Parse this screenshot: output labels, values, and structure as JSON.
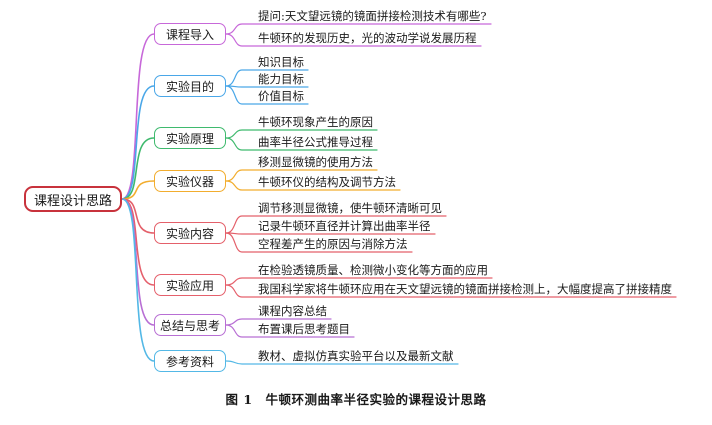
{
  "root": {
    "label": "课程设计思路",
    "color": "#c8323c"
  },
  "branches": [
    {
      "label": "课程导入",
      "color": "#c768d9",
      "items": [
        "提问:天文望远镜的镜面拼接检测技术有哪些?",
        "牛顿环的发现历史，光的波动学说发展历程"
      ]
    },
    {
      "label": "实验目的",
      "color": "#4aa7e8",
      "items": [
        "知识目标",
        "能力目标",
        "价值目标"
      ]
    },
    {
      "label": "实验原理",
      "color": "#3fba6e",
      "items": [
        "牛顿环现象产生的原因",
        "曲率半径公式推导过程"
      ]
    },
    {
      "label": "实验仪器",
      "color": "#f2ad2e",
      "items": [
        "移测显微镜的使用方法",
        "牛顿环仪的结构及调节方法"
      ]
    },
    {
      "label": "实验内容",
      "color": "#e4606a",
      "items": [
        "调节移测显微镜，使牛顿环清晰可见",
        "记录牛顿环直径并计算出曲率半径",
        "空程差产生的原因与消除方法"
      ]
    },
    {
      "label": "实验应用",
      "color": "#e5606c",
      "items": [
        "在检验透镜质量、检测微小变化等方面的应用",
        "我国科学家将牛顿环应用在天文望远镜的镜面拼接检测上，大幅度提高了拼接精度"
      ]
    },
    {
      "label": "总结与思考",
      "color": "#b86fd4",
      "items": [
        "课程内容总结",
        "布置课后思考题目"
      ]
    },
    {
      "label": "参考资料",
      "color": "#53b8e6",
      "items": [
        "教材、虚拟仿真实验平台以及最新文献"
      ]
    }
  ],
  "caption": "图 1　牛顿环测曲率半径实验的课程设计思路"
}
